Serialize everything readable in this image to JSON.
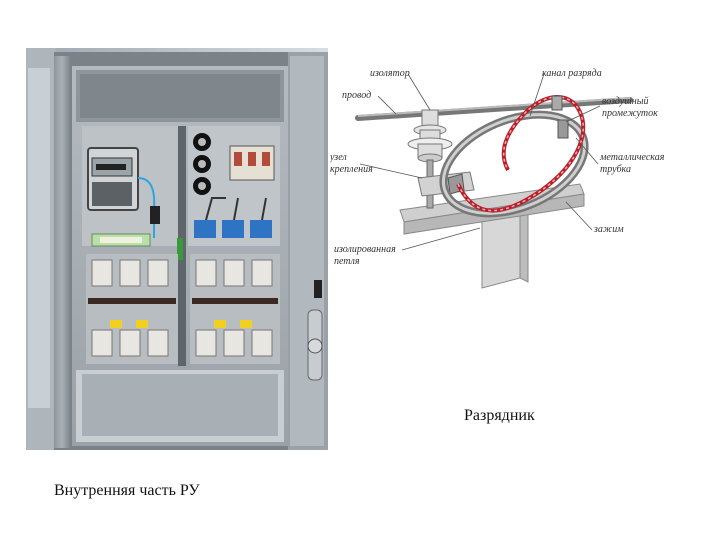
{
  "left_figure": {
    "caption": "Внутренняя часть РУ"
  },
  "right_figure": {
    "caption": "Разрядник",
    "labels": {
      "insulator": "изолятор",
      "wire": "провод",
      "mount": [
        "узел",
        "крепления"
      ],
      "discharge_channel": "канал разряда",
      "air_gap": [
        "воздушный",
        "промежуток"
      ],
      "metal_tube": [
        "металлическая",
        "трубка"
      ],
      "clamp": "зажим",
      "insulated_loop": [
        "изолированная",
        "петля"
      ]
    }
  }
}
